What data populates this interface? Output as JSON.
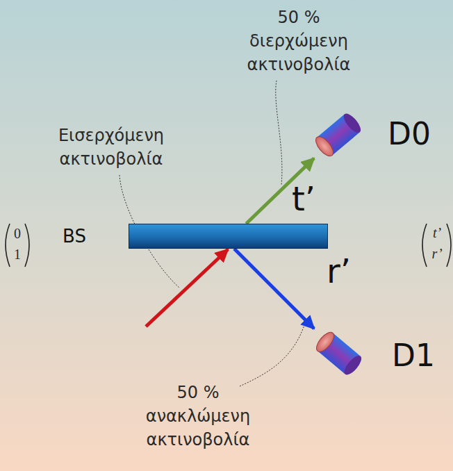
{
  "diagram": {
    "nodes": [
      {
        "text": [
          "BS"
        ]
      },
      {
        "text": [
          "D0"
        ]
      },
      {
        "text": [
          "D1"
        ]
      }
    ],
    "edges": [
      {
        "from": 0,
        "to": 1,
        "label": "t’",
        "arrow": "to"
      },
      {
        "from": 0,
        "to": 2,
        "label": "r’",
        "arrow": "to"
      }
    ],
    "labels": [
      "50 % διερχώμενη ακτινοβολία",
      "Εισερχόμενη ακτινοβολία",
      "0",
      "1",
      "t’",
      "r’",
      "50 % ανακλώμενη ακτινοβολία"
    ]
  }
}
